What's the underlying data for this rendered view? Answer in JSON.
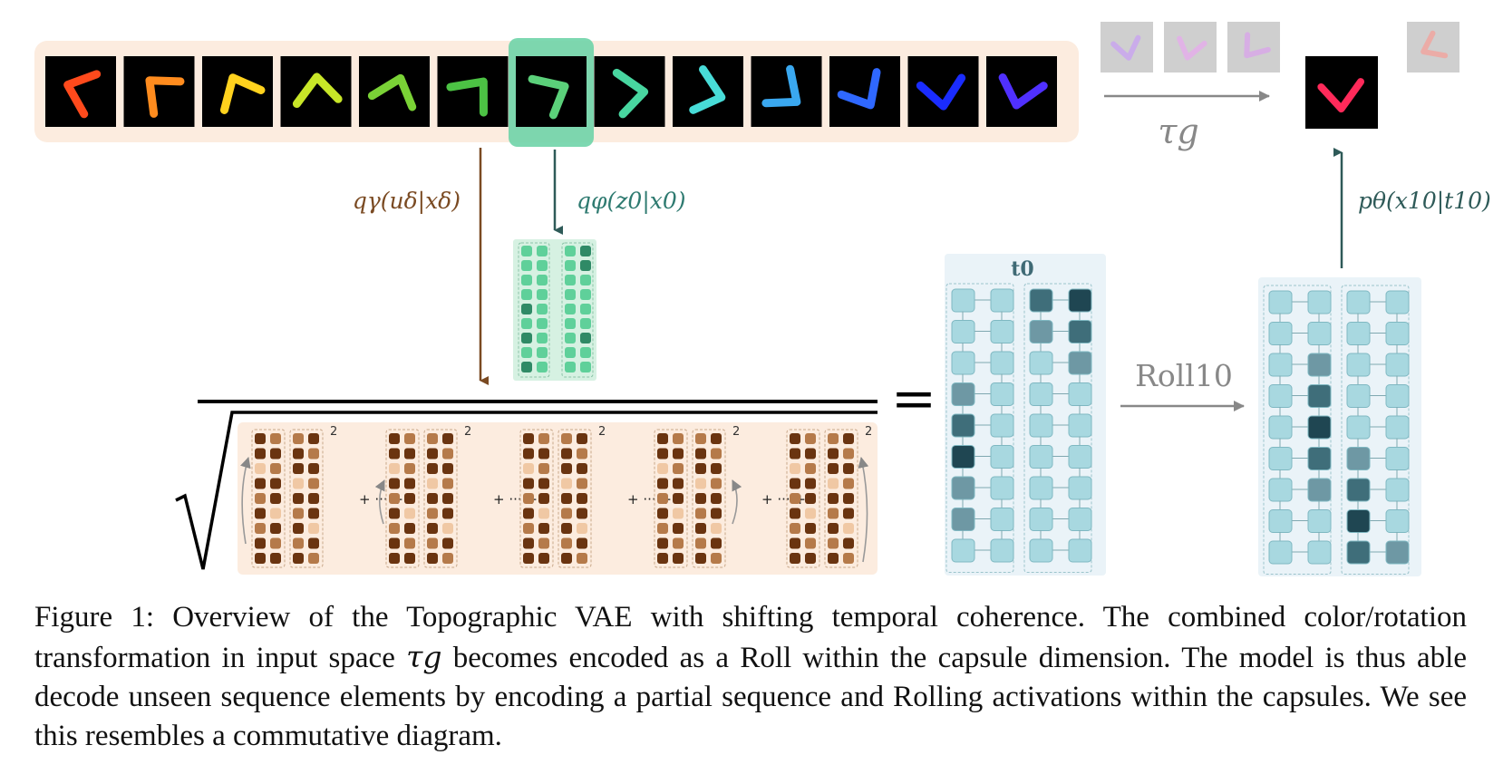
{
  "sequence": {
    "frame_colors": [
      "#ff4a1c",
      "#ff8c1e",
      "#ffd21e",
      "#c8e628",
      "#7ad236",
      "#4cc244",
      "#5bd07a",
      "#48d6a0",
      "#48dcd8",
      "#3aa8f0",
      "#2f68ff",
      "#1a2cff",
      "#5030ff"
    ],
    "highlight_index": 6
  },
  "ghost_colors": [
    "#c9a6ee",
    "#e4aeea",
    "#d8a8e8",
    "#f0a6a0"
  ],
  "decoded_color": "#ff2a5a",
  "labels": {
    "q_gamma": "qγ(uδ|xδ)",
    "q_phi": "qφ(z0|x0)",
    "p_theta": "pθ(x10|t10)",
    "tau_g": "τg",
    "roll": "Roll10",
    "t0": "t0",
    "equals": "=",
    "exponent": "2"
  },
  "colors": {
    "brown_arrow": "#7a4a22",
    "teal_arrow": "#2e5a58",
    "gray_arrow": "#888888",
    "cap_bg": "#eaf3f8",
    "cap_cell": "#a8d8e0",
    "sum_bg": "#fcecdf",
    "green_cap_bg": "#d6f1e2",
    "green_cell": "#5fd09a"
  },
  "caption": {
    "label": "Figure 1:",
    "p1": "Overview of the Topographic VAE with shifting temporal coherence. The combined color/rotation transformation in input space ",
    "tau": "τg",
    "p2": " becomes encoded as a Roll within the capsule dimension. The model is thus able decode unseen sequence elements by encoding a partial sequence and Rolling activations within the capsules. We see this resembles a commutative diagram."
  }
}
